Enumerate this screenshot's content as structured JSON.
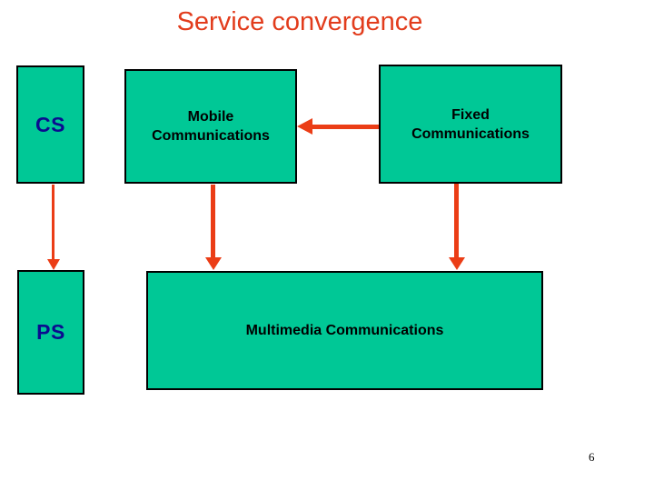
{
  "slide": {
    "title": "Service convergence",
    "page_number": "6",
    "boxes": {
      "cs": {
        "label": "CS"
      },
      "mobile": {
        "line1": "Mobile",
        "line2": "Communications"
      },
      "fixed": {
        "line1": "Fixed",
        "line2": "Communications"
      },
      "ps": {
        "label": "PS"
      },
      "multimedia": {
        "label": "Multimedia Communications"
      }
    },
    "arrows": [
      {
        "from": "CS",
        "to": "PS",
        "direction": "down"
      },
      {
        "from": "Mobile Communications",
        "to": "Multimedia Communications",
        "direction": "down"
      },
      {
        "from": "Fixed Communications",
        "to": "Multimedia Communications",
        "direction": "down"
      },
      {
        "from": "Fixed Communications",
        "to": "Mobile Communications",
        "direction": "left"
      }
    ],
    "colors": {
      "box_fill": "#00C896",
      "box_border": "#000000",
      "arrow": "#EB3D16",
      "title_text": "#E23C1C",
      "cs_ps_text": "#0B0B8F",
      "body_text": "#000000",
      "background": "#FFFFFF"
    }
  }
}
